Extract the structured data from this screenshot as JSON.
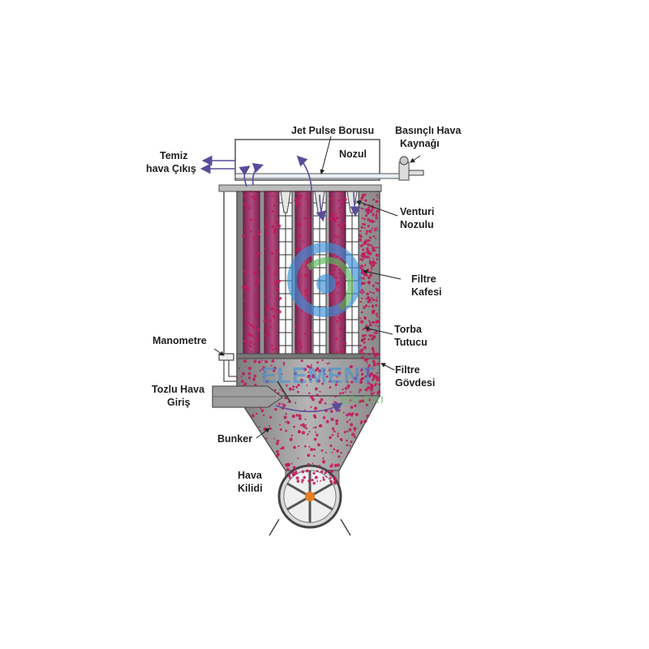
{
  "labels": {
    "jet_pulse_borusu": "Jet Pulse Borusu",
    "basincli_hava_1": "Basınçlı Hava",
    "basincli_hava_2": "Kaynağı",
    "temiz_1": "Temiz",
    "temiz_2": "hava Çıkış",
    "nozul": "Nozul",
    "venturi_1": "Venturi",
    "venturi_2": "Nozulu",
    "filtre_kafesi_1": "Filtre",
    "filtre_kafesi_2": "Kafesi",
    "torba_1": "Torba",
    "torba_2": "Tutucu",
    "manometre": "Manometre",
    "filtre_govdesi_1": "Filtre",
    "filtre_govdesi_2": "Gövdesi",
    "tozlu_1": "Tozlu Hava",
    "tozlu_2": "Giriş",
    "bunker": "Bunker",
    "hava_kilidi_1": "Hava",
    "hava_kilidi_2": "Kilidi"
  },
  "watermark": {
    "line1": "ELEMENT",
    "line2": "ERLERI"
  },
  "colors": {
    "dust": "#c2185b",
    "flow_arrow": "#5b4c9a",
    "body_gray": "#8e8e8e",
    "bag": "#9c3366",
    "watermark_blue": "#3a8fd8",
    "watermark_green": "#5cb85c",
    "rotor_hub": "#e67e22"
  }
}
